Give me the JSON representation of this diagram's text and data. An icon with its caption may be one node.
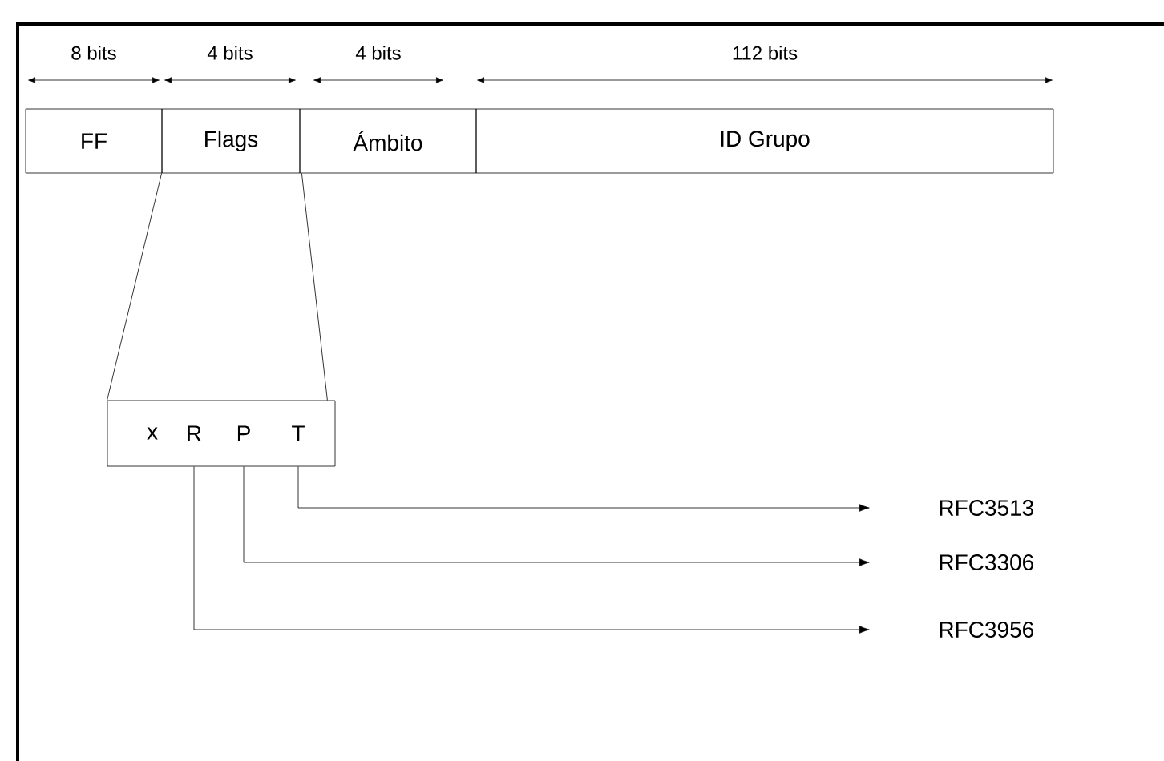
{
  "diagram": {
    "nodes": [
      {
        "text": [
          "FF"
        ]
      },
      {
        "text": [
          "Flags"
        ]
      },
      {
        "text": [
          "Ámbito"
        ]
      },
      {
        "text": [
          "ID Grupo"
        ]
      },
      {
        "text": [],
        "shape": "box"
      },
      {
        "text": [
          "x"
        ],
        "in": 4
      },
      {
        "text": [
          "R"
        ],
        "in": 4
      },
      {
        "text": [
          "P"
        ],
        "in": 4
      },
      {
        "text": [
          "T"
        ],
        "in": 4
      },
      {
        "text": [
          "RFC3513"
        ]
      },
      {
        "text": [
          "RFC3306"
        ]
      },
      {
        "text": [
          "RFC3956"
        ]
      }
    ],
    "edges": [
      {
        "from": 1,
        "to": 4,
        "arrow": "none"
      },
      {
        "from": 1,
        "to": 4,
        "arrow": "none"
      },
      {
        "from": 8,
        "to": 9,
        "arrow": "to"
      },
      {
        "from": 7,
        "to": 10,
        "arrow": "to"
      },
      {
        "from": 6,
        "to": 11,
        "arrow": "to"
      }
    ],
    "labels": [
      "8 bits",
      "4 bits",
      "4 bits",
      "112 bits"
    ]
  }
}
